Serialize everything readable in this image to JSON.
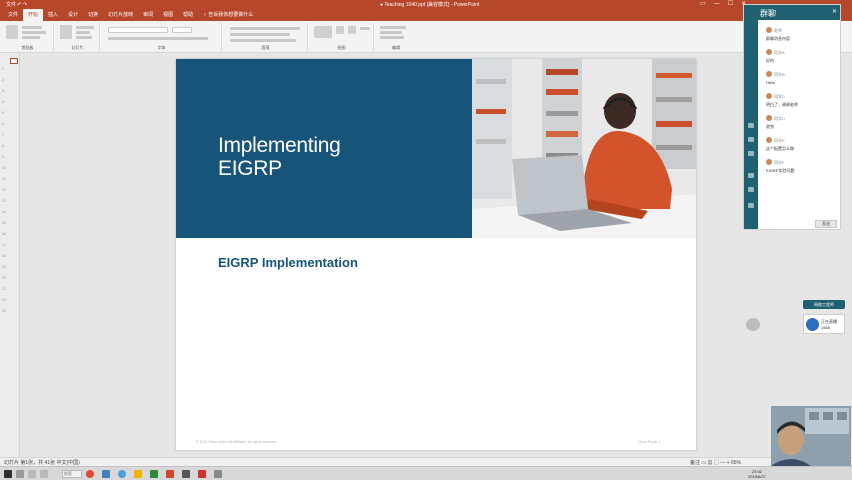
{
  "window": {
    "qat": "文件 ↶ ↷",
    "title": "● Teaching 1040.ppt [兼容模式] - PowerPoint",
    "controls": [
      "▭",
      "—",
      "☐",
      "✕"
    ]
  },
  "ribbon": {
    "tabs": [
      "文件",
      "开始",
      "插入",
      "设计",
      "切换",
      "幻灯片放映",
      "审阅",
      "视图",
      "帮助",
      "♀ 告诉我你想要做什么"
    ],
    "active_tab": 1,
    "groups": [
      "剪贴板",
      "幻灯片",
      "字体",
      "段落",
      "绘图",
      "编辑"
    ]
  },
  "slide": {
    "title_line1": "Implementing",
    "title_line2": "EIGRP",
    "subtitle": "EIGRP Implementation",
    "footer": "© 2013 Cisco and/or its affiliates. All rights reserved.",
    "page": "Cisco Public   1"
  },
  "leftpane": {
    "rows": [
      "1",
      "2",
      "3",
      "4",
      "5",
      "6",
      "7",
      "8",
      "9",
      "10",
      "11",
      "12",
      "13",
      "14",
      "15",
      "16",
      "17",
      "18",
      "19",
      "20",
      "21",
      "22",
      "23"
    ]
  },
  "statusbar": {
    "left": "幻灯片 第1张，共 41张    中文(中国)",
    "right": "备注    ▭  ▦  ▢  —  + 65%"
  },
  "taskbar": {
    "search_placeholder": "搜索",
    "clock_time": "23:52",
    "clock_date": "2019/6/27"
  },
  "chat": {
    "header": "群聊",
    "close": "✕",
    "messages": [
      {
        "user": "老师",
        "text": "群聊消息内容"
      },
      {
        "user": "同学A",
        "text": "好的"
      },
      {
        "user": "同学B",
        "text": "Hello"
      },
      {
        "user": "同学C",
        "text": "明白了，谢谢老师"
      },
      {
        "user": "同学D",
        "text": "收到"
      },
      {
        "user": "同学E",
        "text": "这个配置怎么做"
      },
      {
        "user": "同学F",
        "text": "EIGRP实验问题"
      }
    ],
    "send": "发送"
  },
  "widgets": {
    "card1": "网络工程师",
    "card2_line1": "正在直播",
    "card2_line2": "1568"
  },
  "colors": {
    "titlebar": "#b7472a",
    "slide_blue": "#17547a",
    "chat_teal": "#1f6170"
  }
}
